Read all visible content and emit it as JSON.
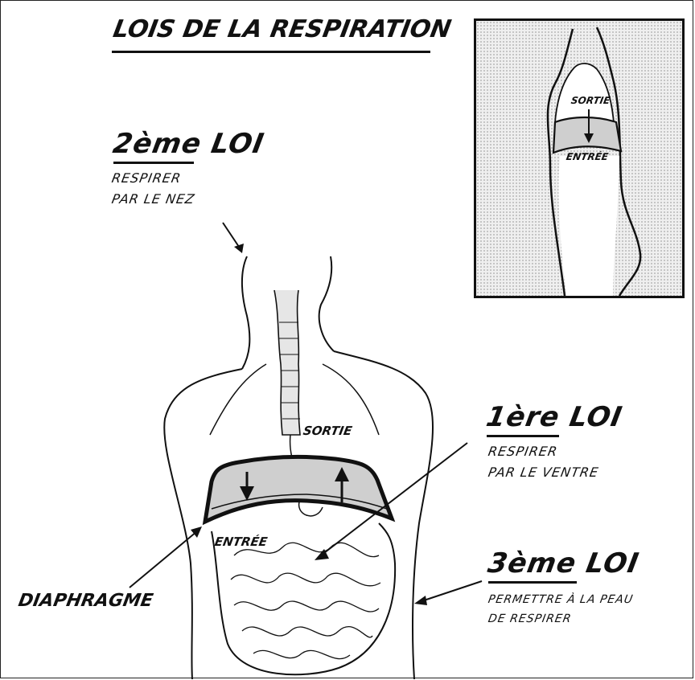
{
  "title": "LOIS DE LA RESPIRATION",
  "law2": {
    "heading": "2ème LOI",
    "line1": "RESPIRER",
    "line2": "PAR LE NEZ"
  },
  "law1": {
    "heading": "1ère LOI",
    "line1": "RESPIRER",
    "line2": "PAR LE VENTRE"
  },
  "law3": {
    "heading": "3ème LOI",
    "line1": "PERMETTRE À LA PEAU",
    "line2": "DE RESPIRER"
  },
  "labels": {
    "sortie": "SORTIE",
    "entree": "ENTRÉE",
    "diaphragme": "DIAPHRAGME"
  },
  "inset": {
    "sortie": "SORTIE",
    "entree": "ENTRÉE"
  },
  "colors": {
    "ink": "#111111",
    "paper": "#ffffff",
    "shade": "#cfcfcf",
    "inset_bg": "#efefef"
  }
}
